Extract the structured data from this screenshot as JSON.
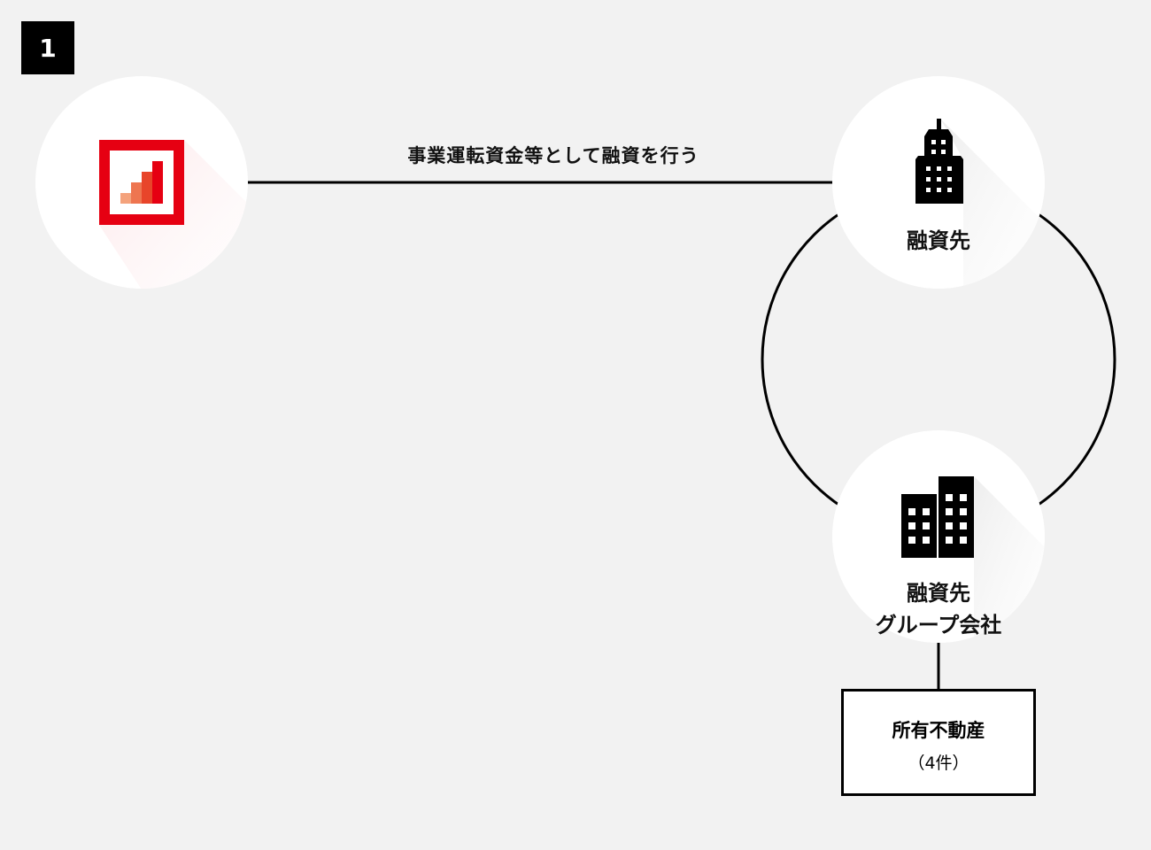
{
  "step_number": "1",
  "edge_label": "事業運転資金等として融資を行う",
  "nodes": {
    "lender": {
      "icon": "bank-logo-icon"
    },
    "borrower": {
      "label": "融資先",
      "icon": "building-icon"
    },
    "group": {
      "label_line1": "融資先",
      "label_line2": "グループ会社",
      "icon": "buildings-icon"
    }
  },
  "property_box": {
    "title": "所有不動産",
    "count": "（4件）"
  },
  "colors": {
    "brand_red": "#e60012",
    "bar1": "#f4a27c",
    "bar2": "#ee7550",
    "bar3": "#e8452a",
    "bar4": "#e60012"
  }
}
